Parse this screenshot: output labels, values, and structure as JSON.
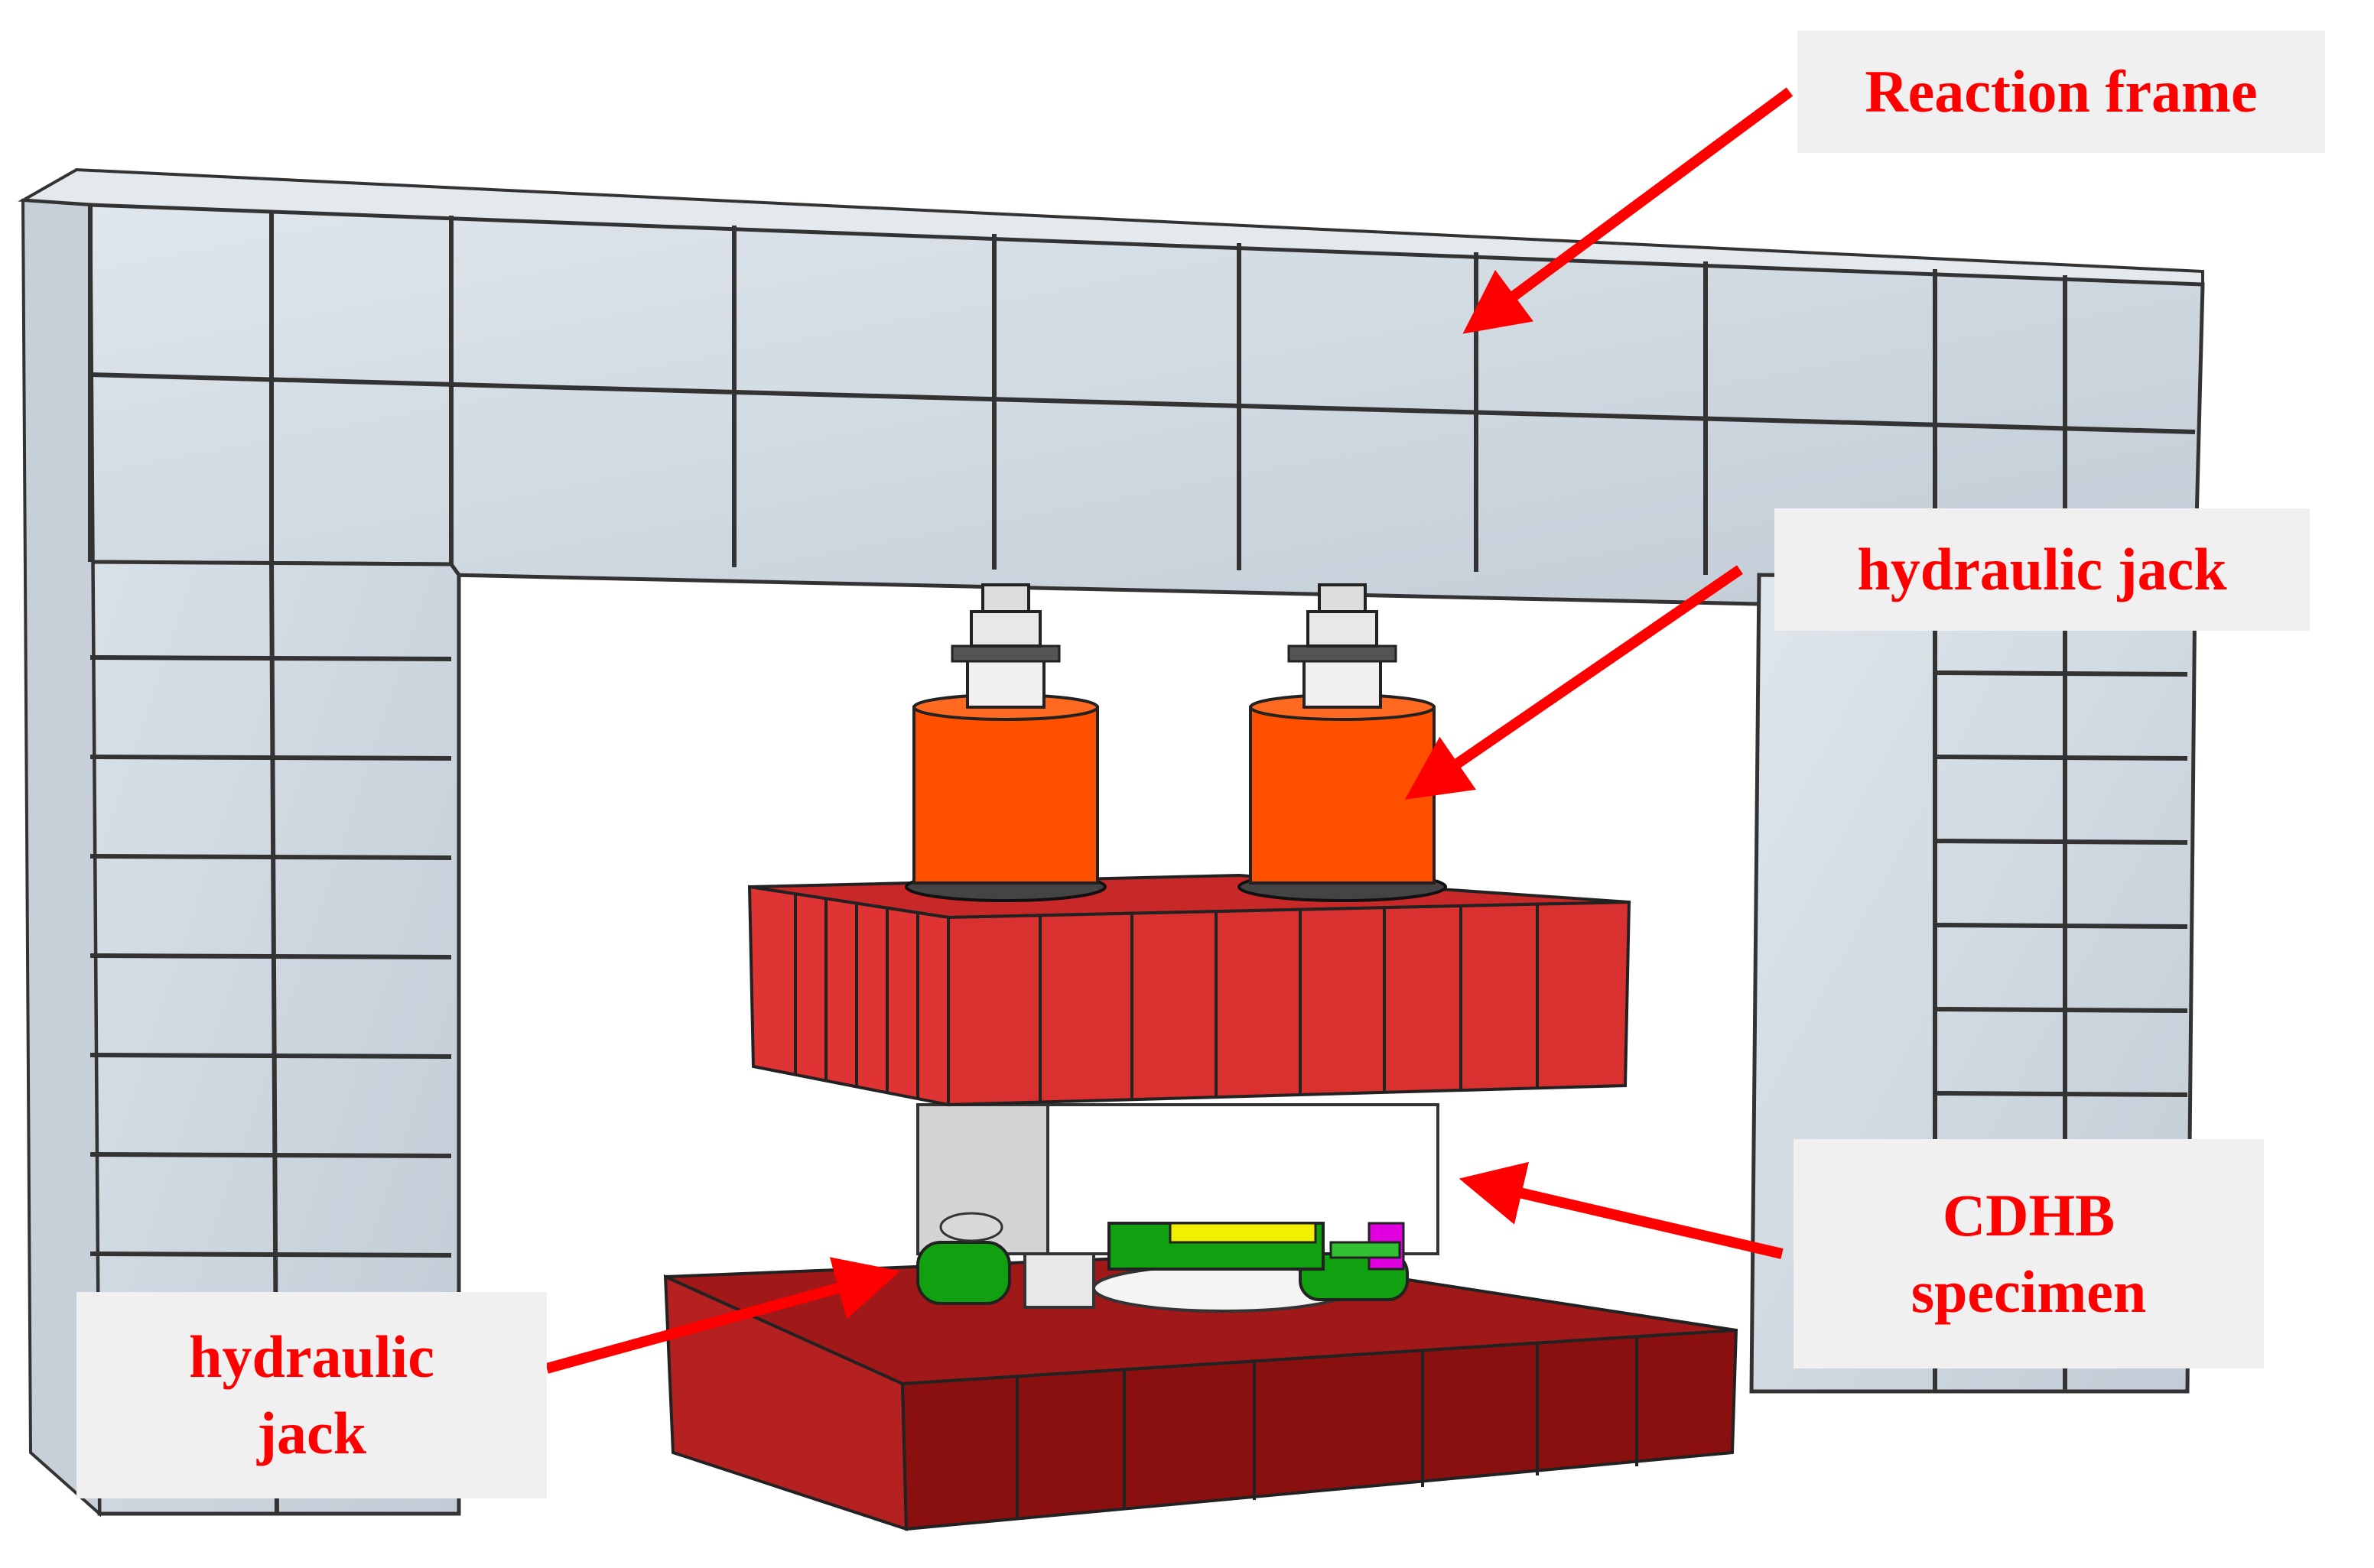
{
  "labels": {
    "reaction_frame": "Reaction frame",
    "hydraulic_jack_top": "hydraulic jack",
    "cdhb_line1": "CDHB",
    "cdhb_line2": "specimen",
    "hydraulic_jack_bottom_line1": "hydraulic",
    "hydraulic_jack_bottom_line2": "jack"
  },
  "colors": {
    "label_text": "#ff0000",
    "label_background": "#f0f0f0",
    "arrow": "#ff0000",
    "frame": "#cfd8e0",
    "jack_body": "#ff5000",
    "loading_beam": "#d93030",
    "base_beam": "#a01818",
    "specimen": "#ffffff",
    "bearing_green": "#10a010",
    "bearing_yellow": "#f0f000",
    "bearing_magenta": "#e000e0"
  }
}
